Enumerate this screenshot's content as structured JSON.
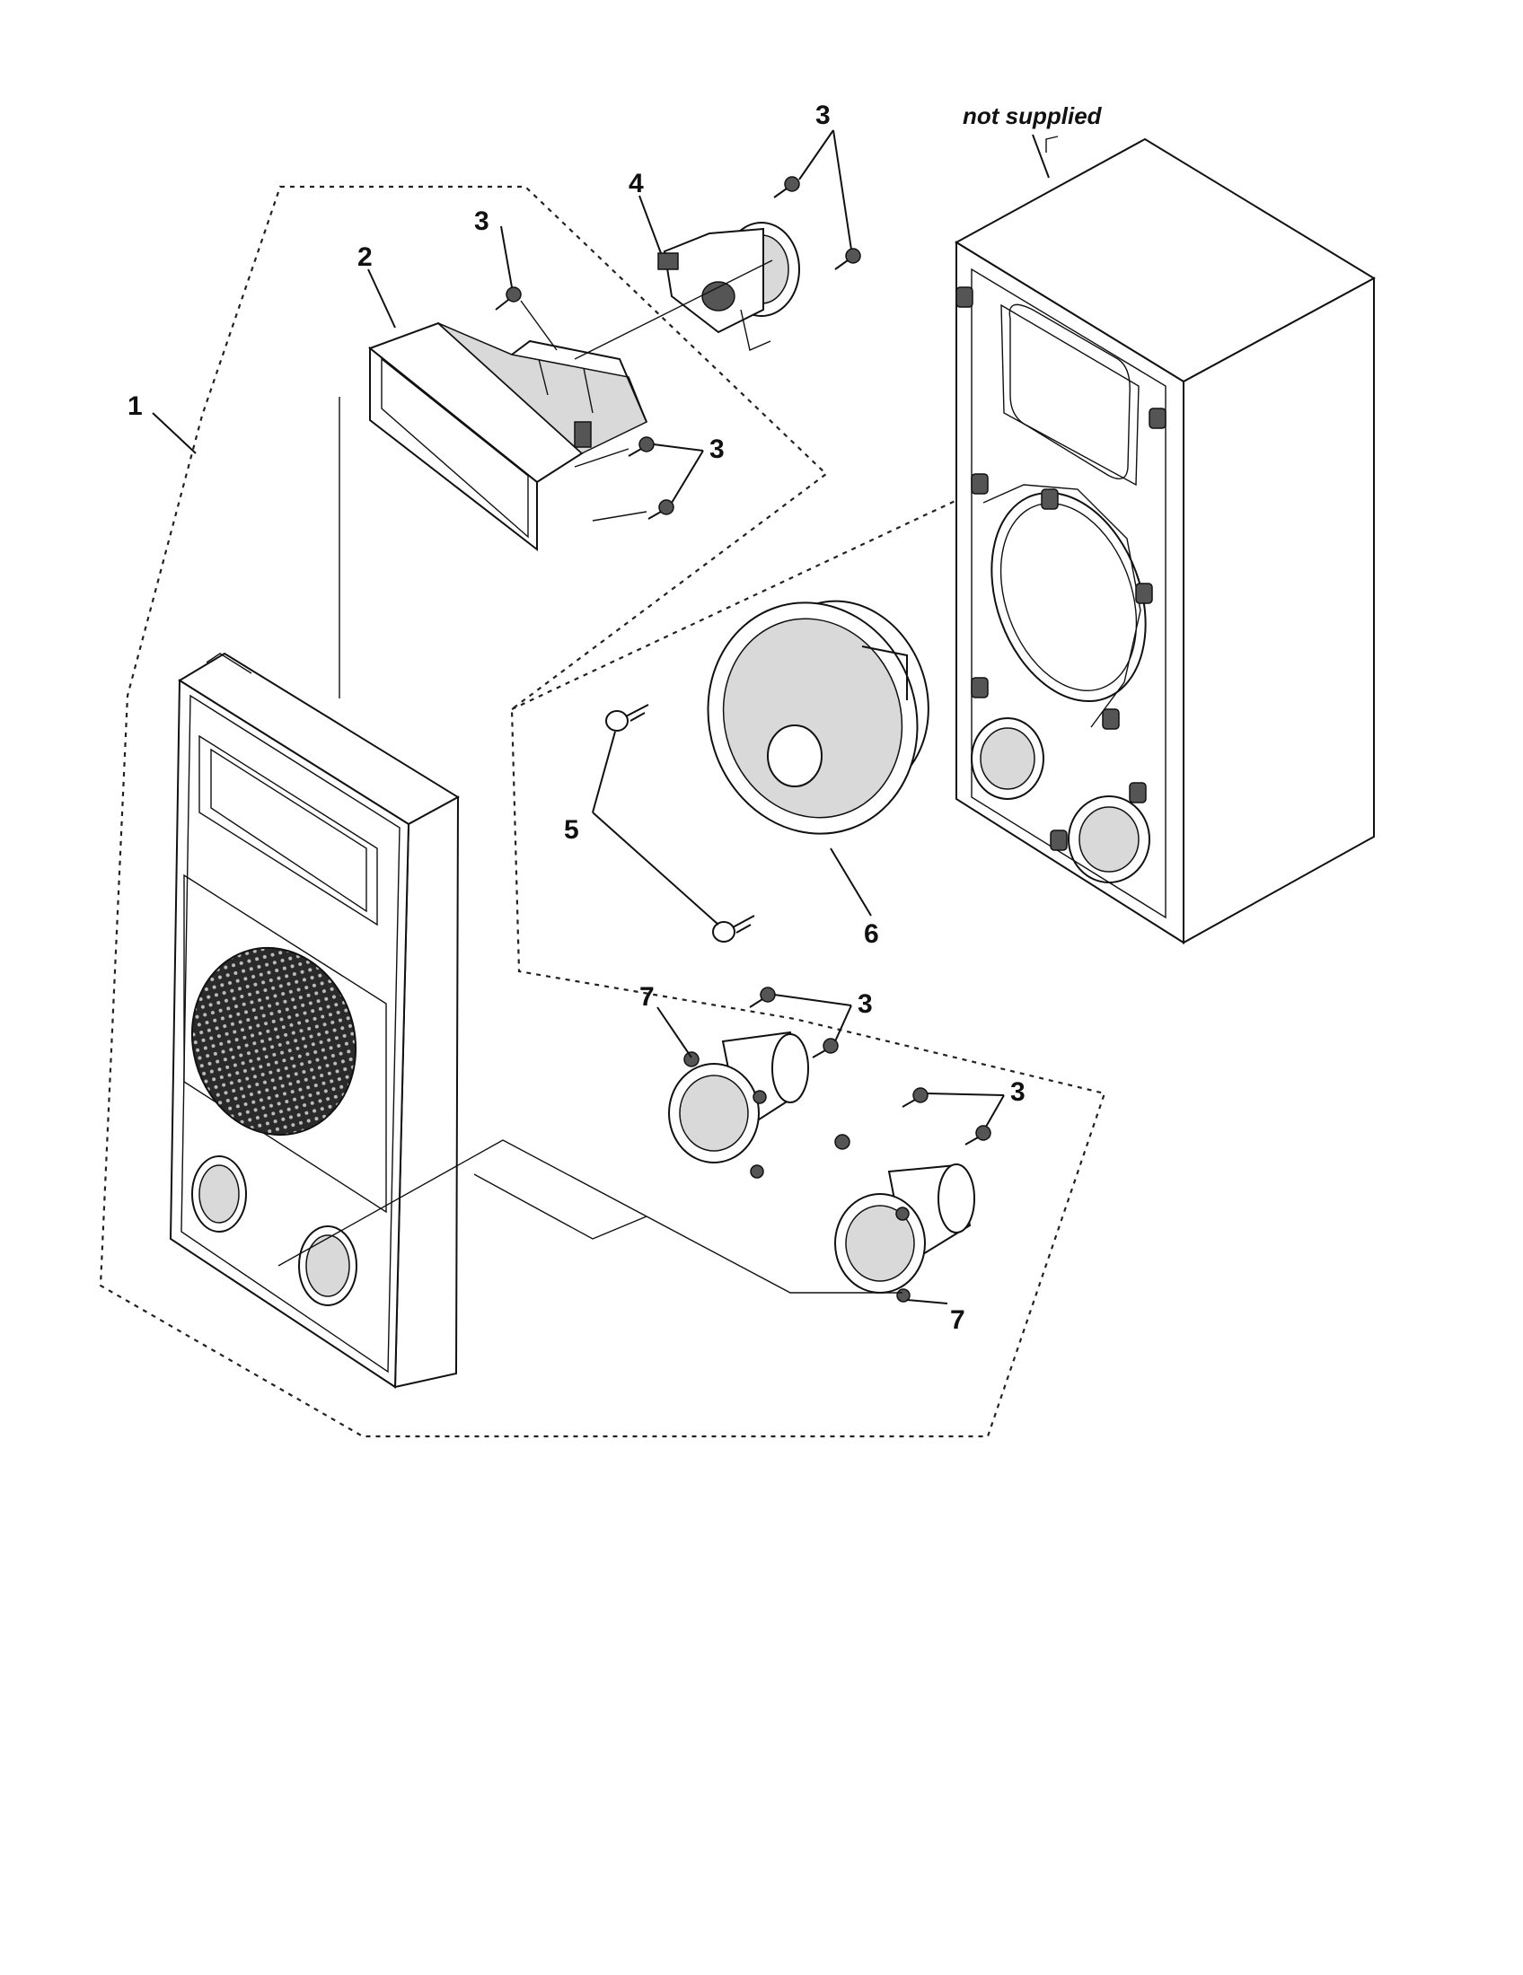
{
  "callouts": {
    "item_1": "1",
    "item_2": "2",
    "item_3": "3",
    "item_4": "4",
    "item_5": "5",
    "item_6": "6",
    "item_7": "7"
  },
  "note_text": "not supplied",
  "colors": {
    "ink": "#111111",
    "paper": "#ffffff"
  }
}
